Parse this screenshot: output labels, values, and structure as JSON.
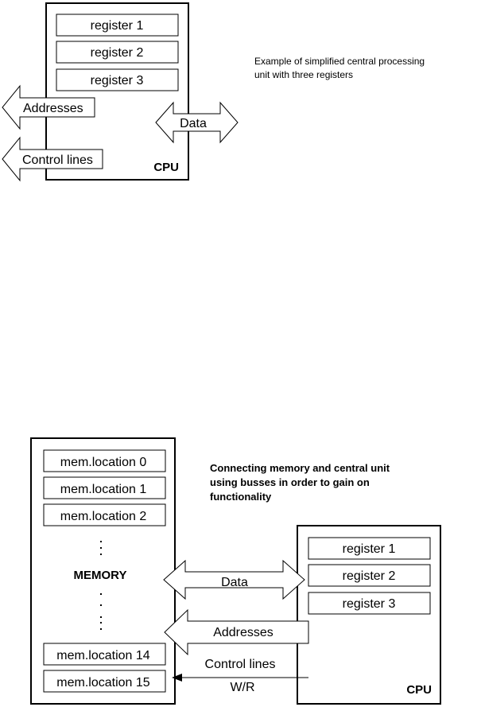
{
  "top_figure": {
    "registers": [
      "register 1",
      "register 2",
      "register 3"
    ],
    "cpu_label": "CPU",
    "addresses_label": "Addresses",
    "control_label": "Control lines",
    "data_label": "Data",
    "caption_lines": [
      "Example of simplified central processing",
      "unit with three registers"
    ]
  },
  "bottom_figure": {
    "memory_locations_top": [
      "mem.location 0",
      "mem.location 1",
      "mem.location 2"
    ],
    "memory_label": "MEMORY",
    "memory_locations_bottom": [
      "mem.location 14",
      "mem.location 15"
    ],
    "registers": [
      "register 1",
      "register 2",
      "register 3"
    ],
    "cpu_label": "CPU",
    "data_label": "Data",
    "addresses_label": "Addresses",
    "control_label": "Control lines",
    "wr_label": "W/R",
    "caption_lines": [
      "Connecting memory and central unit",
      "using busses in order to gain on",
      "functionality"
    ]
  }
}
